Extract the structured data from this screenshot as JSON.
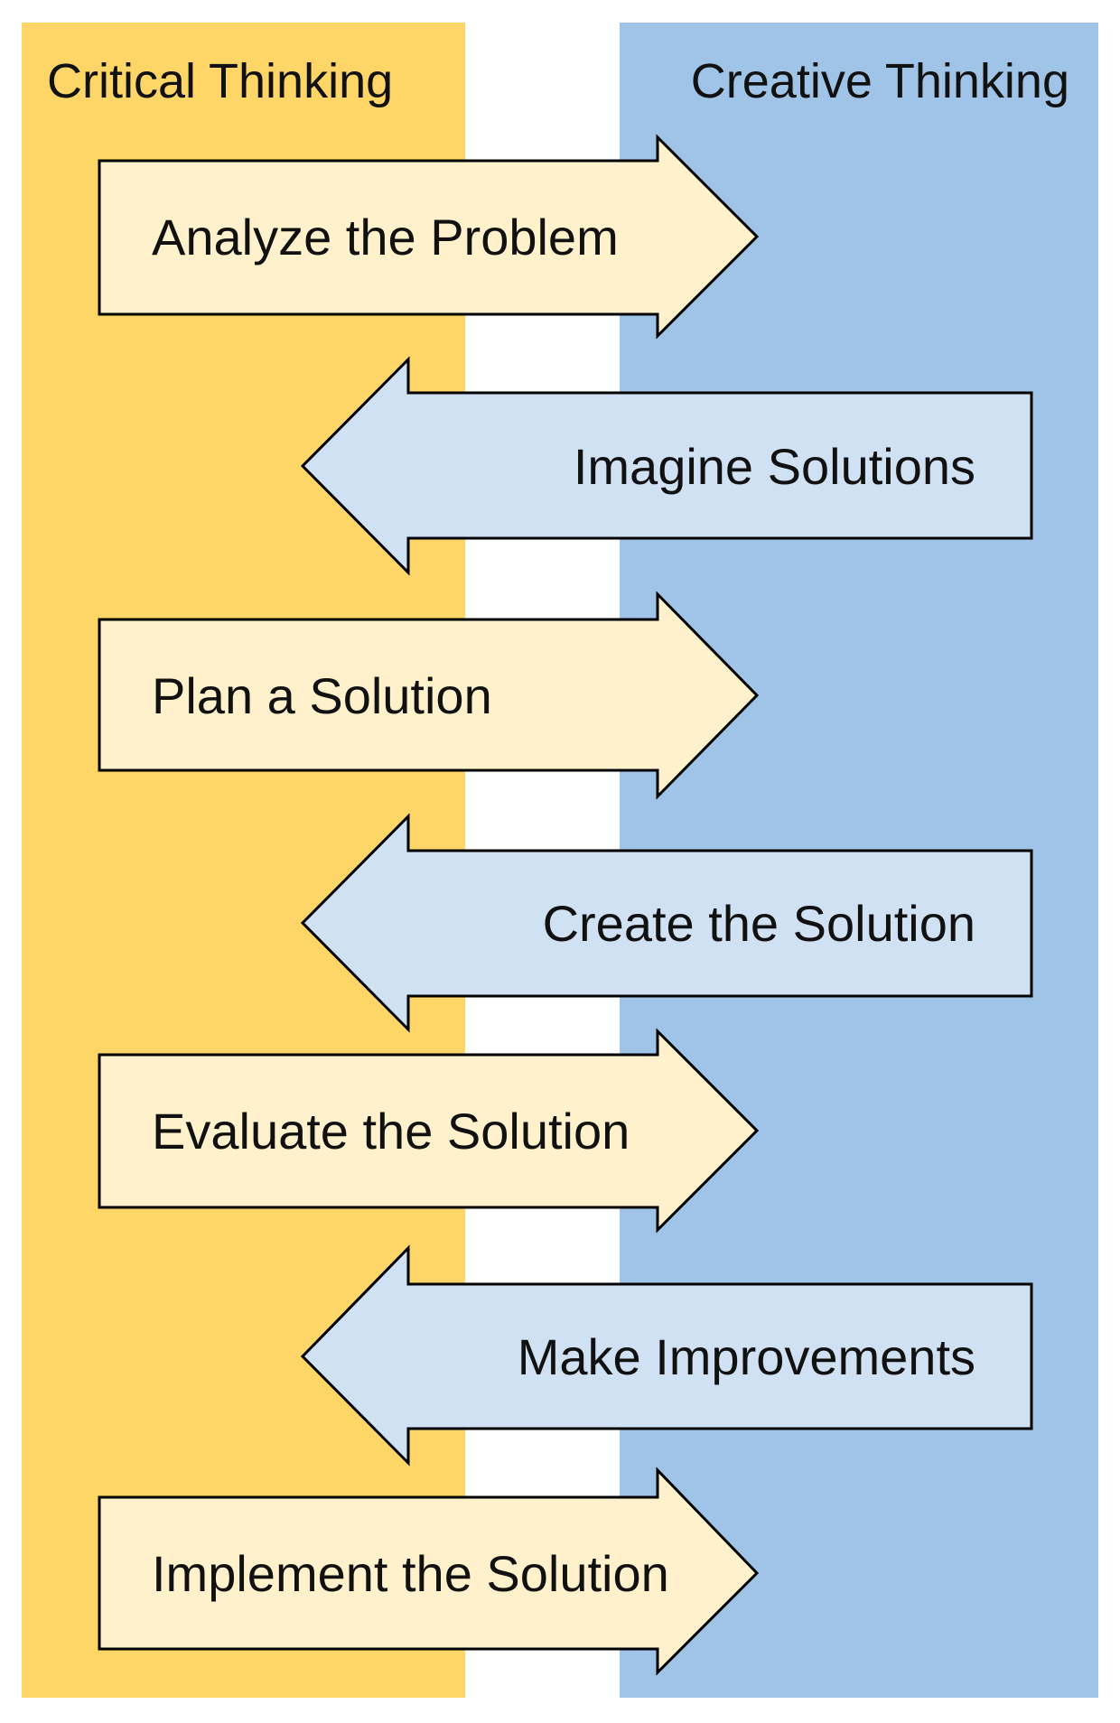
{
  "columns": {
    "left": {
      "title": "Critical Thinking",
      "color": "#FDD667"
    },
    "right": {
      "title": "Creative Thinking",
      "color": "#A0C4E8"
    }
  },
  "arrow_colors": {
    "right": "#FFF1CC",
    "left": "#CFE1F3"
  },
  "steps": [
    {
      "label": "Analyze the Problem",
      "direction": "right"
    },
    {
      "label": "Imagine Solutions",
      "direction": "left"
    },
    {
      "label": "Plan a Solution",
      "direction": "right"
    },
    {
      "label": "Create the Solution",
      "direction": "left"
    },
    {
      "label": "Evaluate the Solution",
      "direction": "right"
    },
    {
      "label": "Make Improvements",
      "direction": "left"
    },
    {
      "label": "Implement the Solution",
      "direction": "right"
    }
  ]
}
